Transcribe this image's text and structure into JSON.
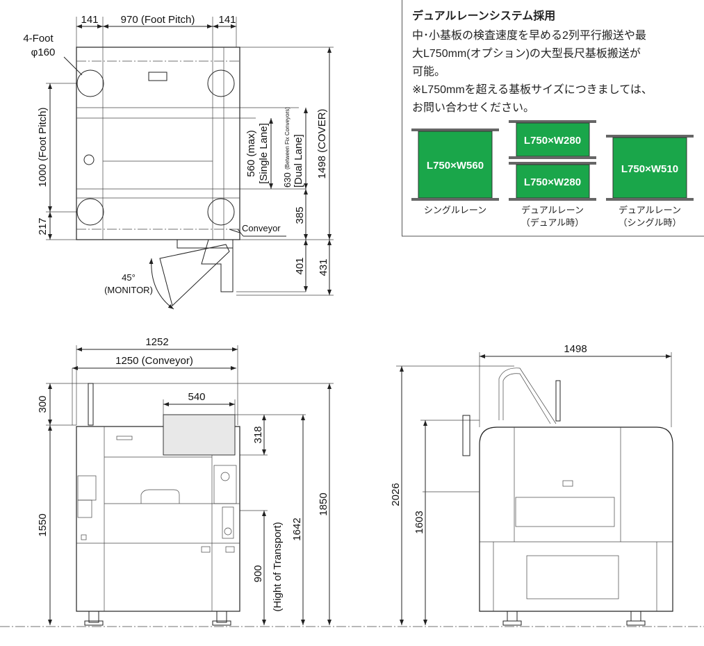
{
  "plan_view": {
    "dim_141_left": "141",
    "dim_foot_pitch_x": "970 (Foot Pitch)",
    "dim_141_right": "141",
    "foot_label_1": "4-Foot",
    "foot_label_2": "φ160",
    "dim_foot_pitch_y": "1000 (Foot Pitch)",
    "dim_217": "217",
    "dim_560_a": "560 (max)",
    "dim_560_b": "[Single Lane]",
    "dim_630_a": "630",
    "dim_630_note": "(Between Fix Conveyors)",
    "dim_630_b": "[Dual Lane]",
    "dim_1498_cover": "1498 (COVER)",
    "dim_385": "385",
    "dim_401": "401",
    "dim_431": "431",
    "conveyor_label": "Conveyor",
    "monitor_angle_1": "45°",
    "monitor_angle_2": "(MONITOR)"
  },
  "info_box": {
    "title": "デュアルレーンシステム採用",
    "lines": [
      "中･小基板の検査速度を早める2列平行搬送や最",
      "大L750mm(オプション)の大型長尺基板搬送が",
      "可能。",
      "※L750mmを超える基板サイズにつきましては、",
      "お問い合わせください。"
    ],
    "boards": {
      "single": "L750×W560",
      "dual_top": "L750×W280",
      "dual_bottom": "L750×W280",
      "dual_single": "L750×W510"
    },
    "captions": {
      "single": "シングルレーン",
      "dual_1": "デュアルレーン",
      "dual_2": "（デュアル時）",
      "dual_single_1": "デュアルレーン",
      "dual_single_2": "（シングル時）"
    },
    "colors": {
      "board": "#1aa64a",
      "rail": "#666666"
    }
  },
  "front_view": {
    "dim_1252": "1252",
    "dim_1250": "1250 (Conveyor)",
    "dim_540": "540",
    "dim_318": "318",
    "dim_300": "300",
    "dim_1550": "1550",
    "dim_1642": "1642",
    "dim_1850": "1850",
    "dim_900": "900",
    "transport_label": "(Hight of Transport)"
  },
  "side_view": {
    "dim_1498": "1498",
    "dim_2026": "2026",
    "dim_1603": "1603"
  }
}
